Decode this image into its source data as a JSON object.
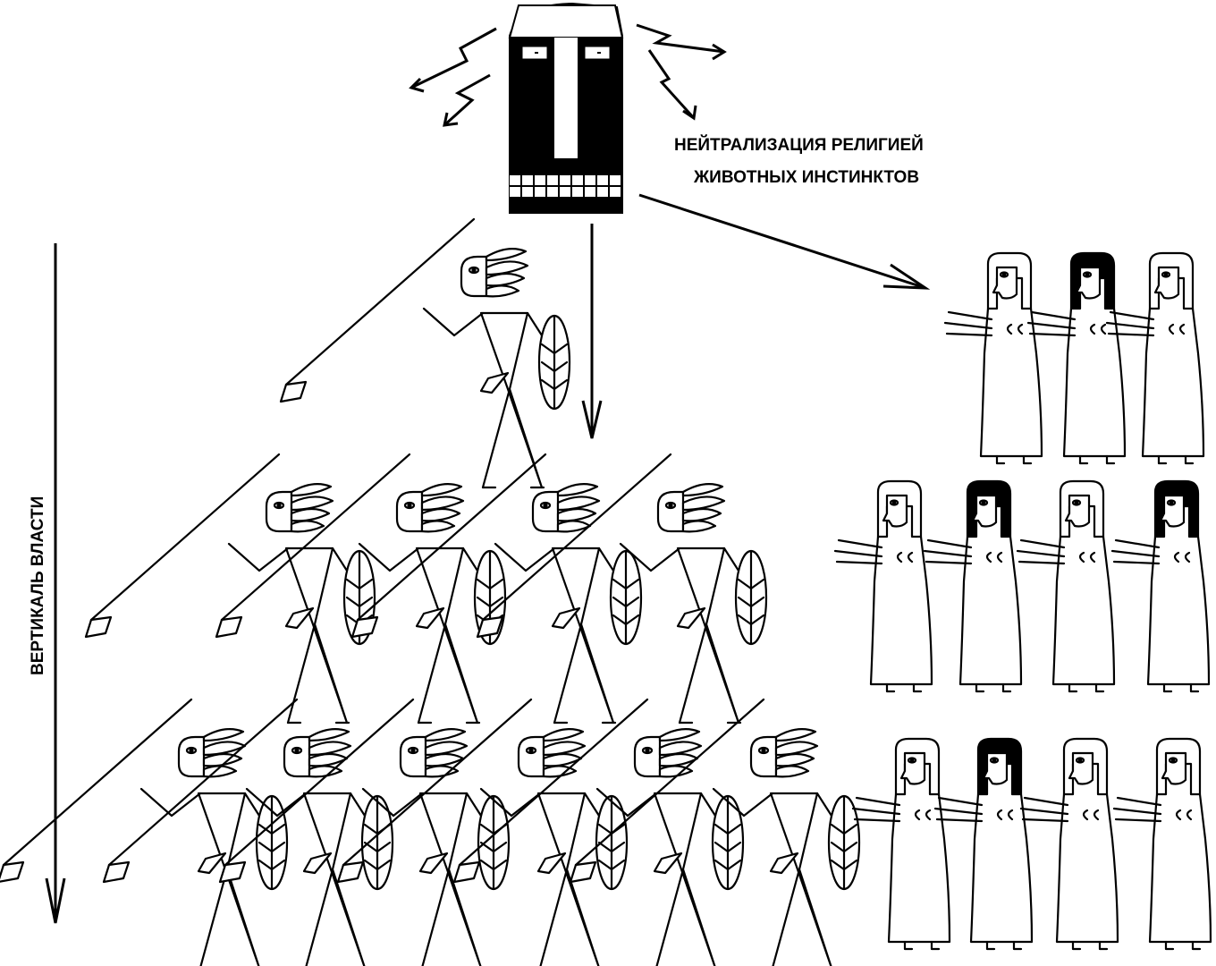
{
  "labels": {
    "neutralization_line1": "НЕЙТРАЛИЗАЦИЯ РЕЛИГИЕЙ",
    "neutralization_line2": "ЖИВОТНЫХ ИНСТИНКТОВ",
    "power_vertical": "ВЕРТИКАЛЬ ВЛАСТИ"
  },
  "colors": {
    "ink": "#000000",
    "paper": "#ffffff"
  },
  "groups": {
    "warriors": {
      "rows": [
        1,
        4,
        6
      ]
    },
    "women": {
      "rows": [
        [
          "light",
          "dark",
          "light"
        ],
        [
          "light",
          "dark",
          "light",
          "dark"
        ],
        [
          "light",
          "dark",
          "light",
          "light"
        ]
      ]
    }
  }
}
